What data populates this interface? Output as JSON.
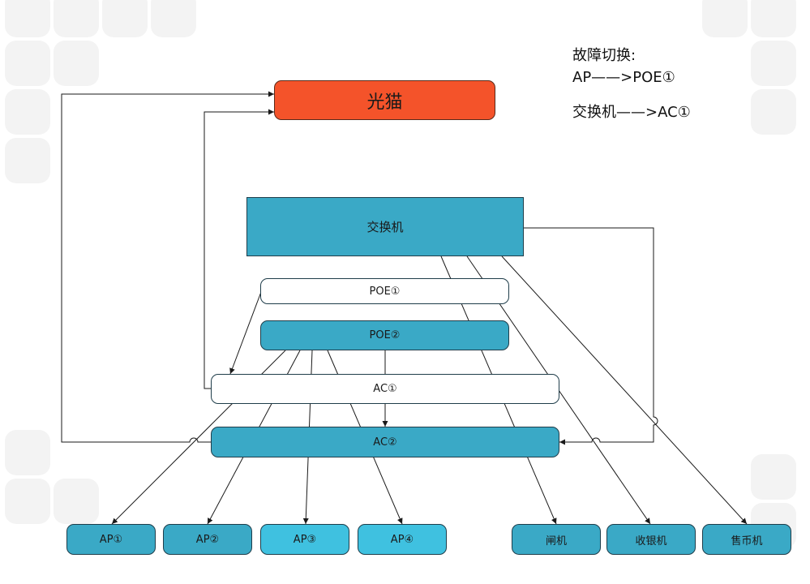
{
  "colors": {
    "teal": "#3aa9c6",
    "teal_light": "#3fc1e0",
    "orange": "#f4532a",
    "line": "#1a1a1a"
  },
  "nodes": {
    "modem": "光猫",
    "switch": "交换机",
    "poe1": "POE①",
    "poe2": "POE②",
    "ac1": "AC①",
    "ac2": "AC②",
    "ap1": "AP①",
    "ap2": "AP②",
    "ap3": "AP③",
    "ap4": "AP④",
    "gate": "闸机",
    "cashier": "收银机",
    "coin_machine": "售币机"
  },
  "failover": {
    "title": "故障切换:",
    "rule1": "AP——>POE①",
    "rule2": "交换机——>AC①"
  }
}
